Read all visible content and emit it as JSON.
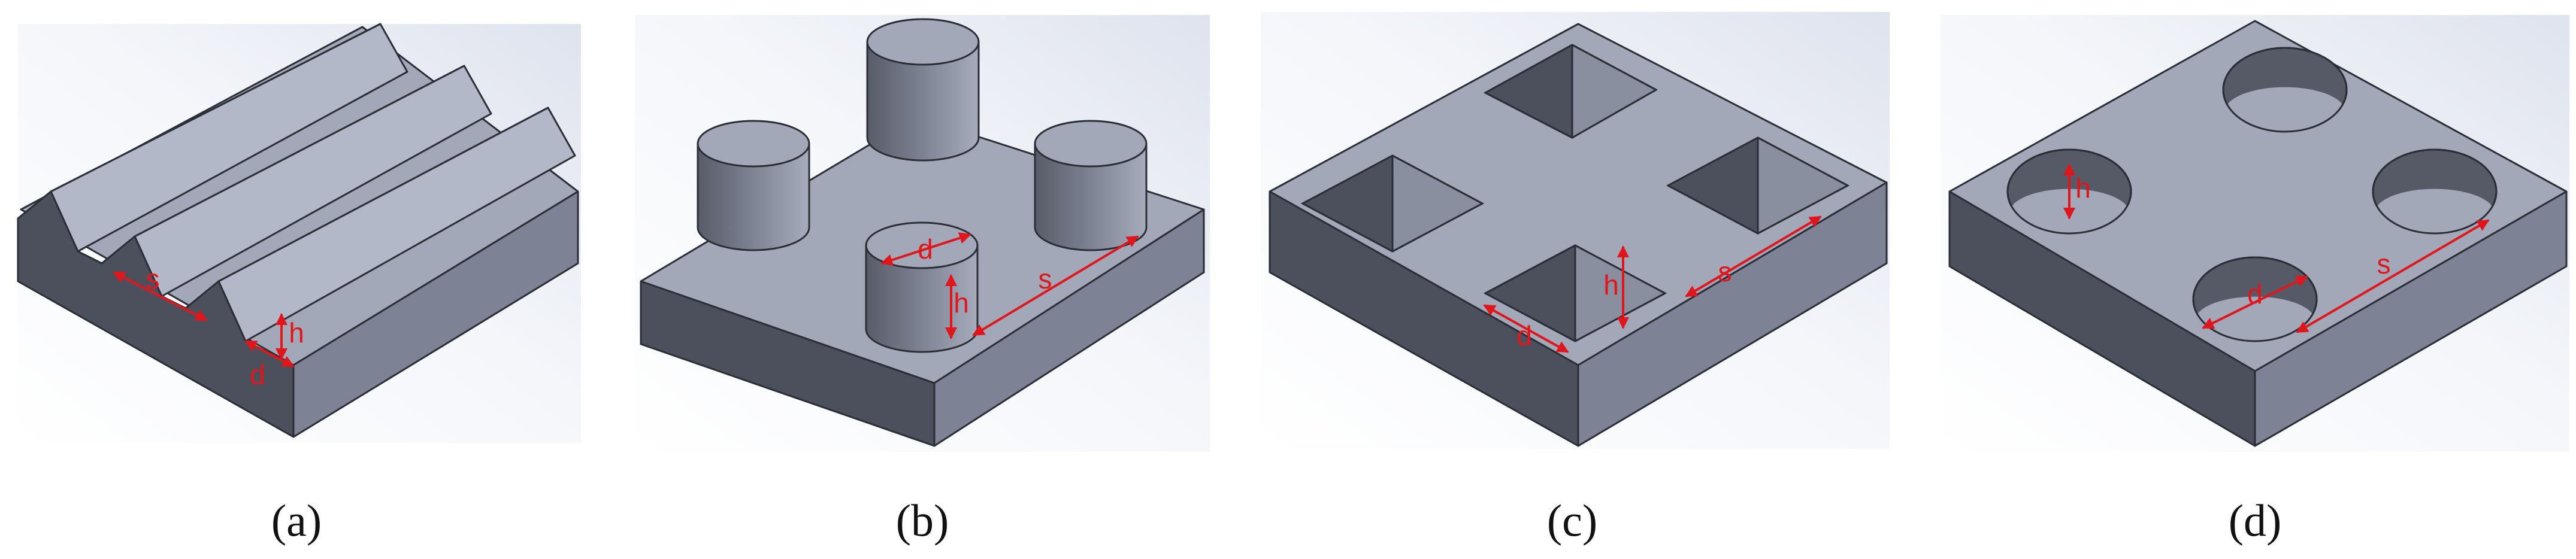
{
  "panels": [
    {
      "id": "a",
      "caption": "(a)",
      "labels": {
        "s": "s",
        "h": "h",
        "d": "d"
      }
    },
    {
      "id": "b",
      "caption": "(b)",
      "labels": {
        "s": "s",
        "h": "h",
        "d": "d"
      }
    },
    {
      "id": "c",
      "caption": "(c)",
      "labels": {
        "s": "s",
        "h": "h",
        "d": "d"
      }
    },
    {
      "id": "d",
      "caption": "(d)",
      "labels": {
        "s": "s",
        "h": "h",
        "d": "d"
      }
    }
  ],
  "colors": {
    "top_face": "#a3a8b9",
    "left_face": "#4c505c",
    "right_face": "#7d8294",
    "dimension_lines": "#e0161c",
    "background_gradient_end": "#dfe3ee"
  }
}
